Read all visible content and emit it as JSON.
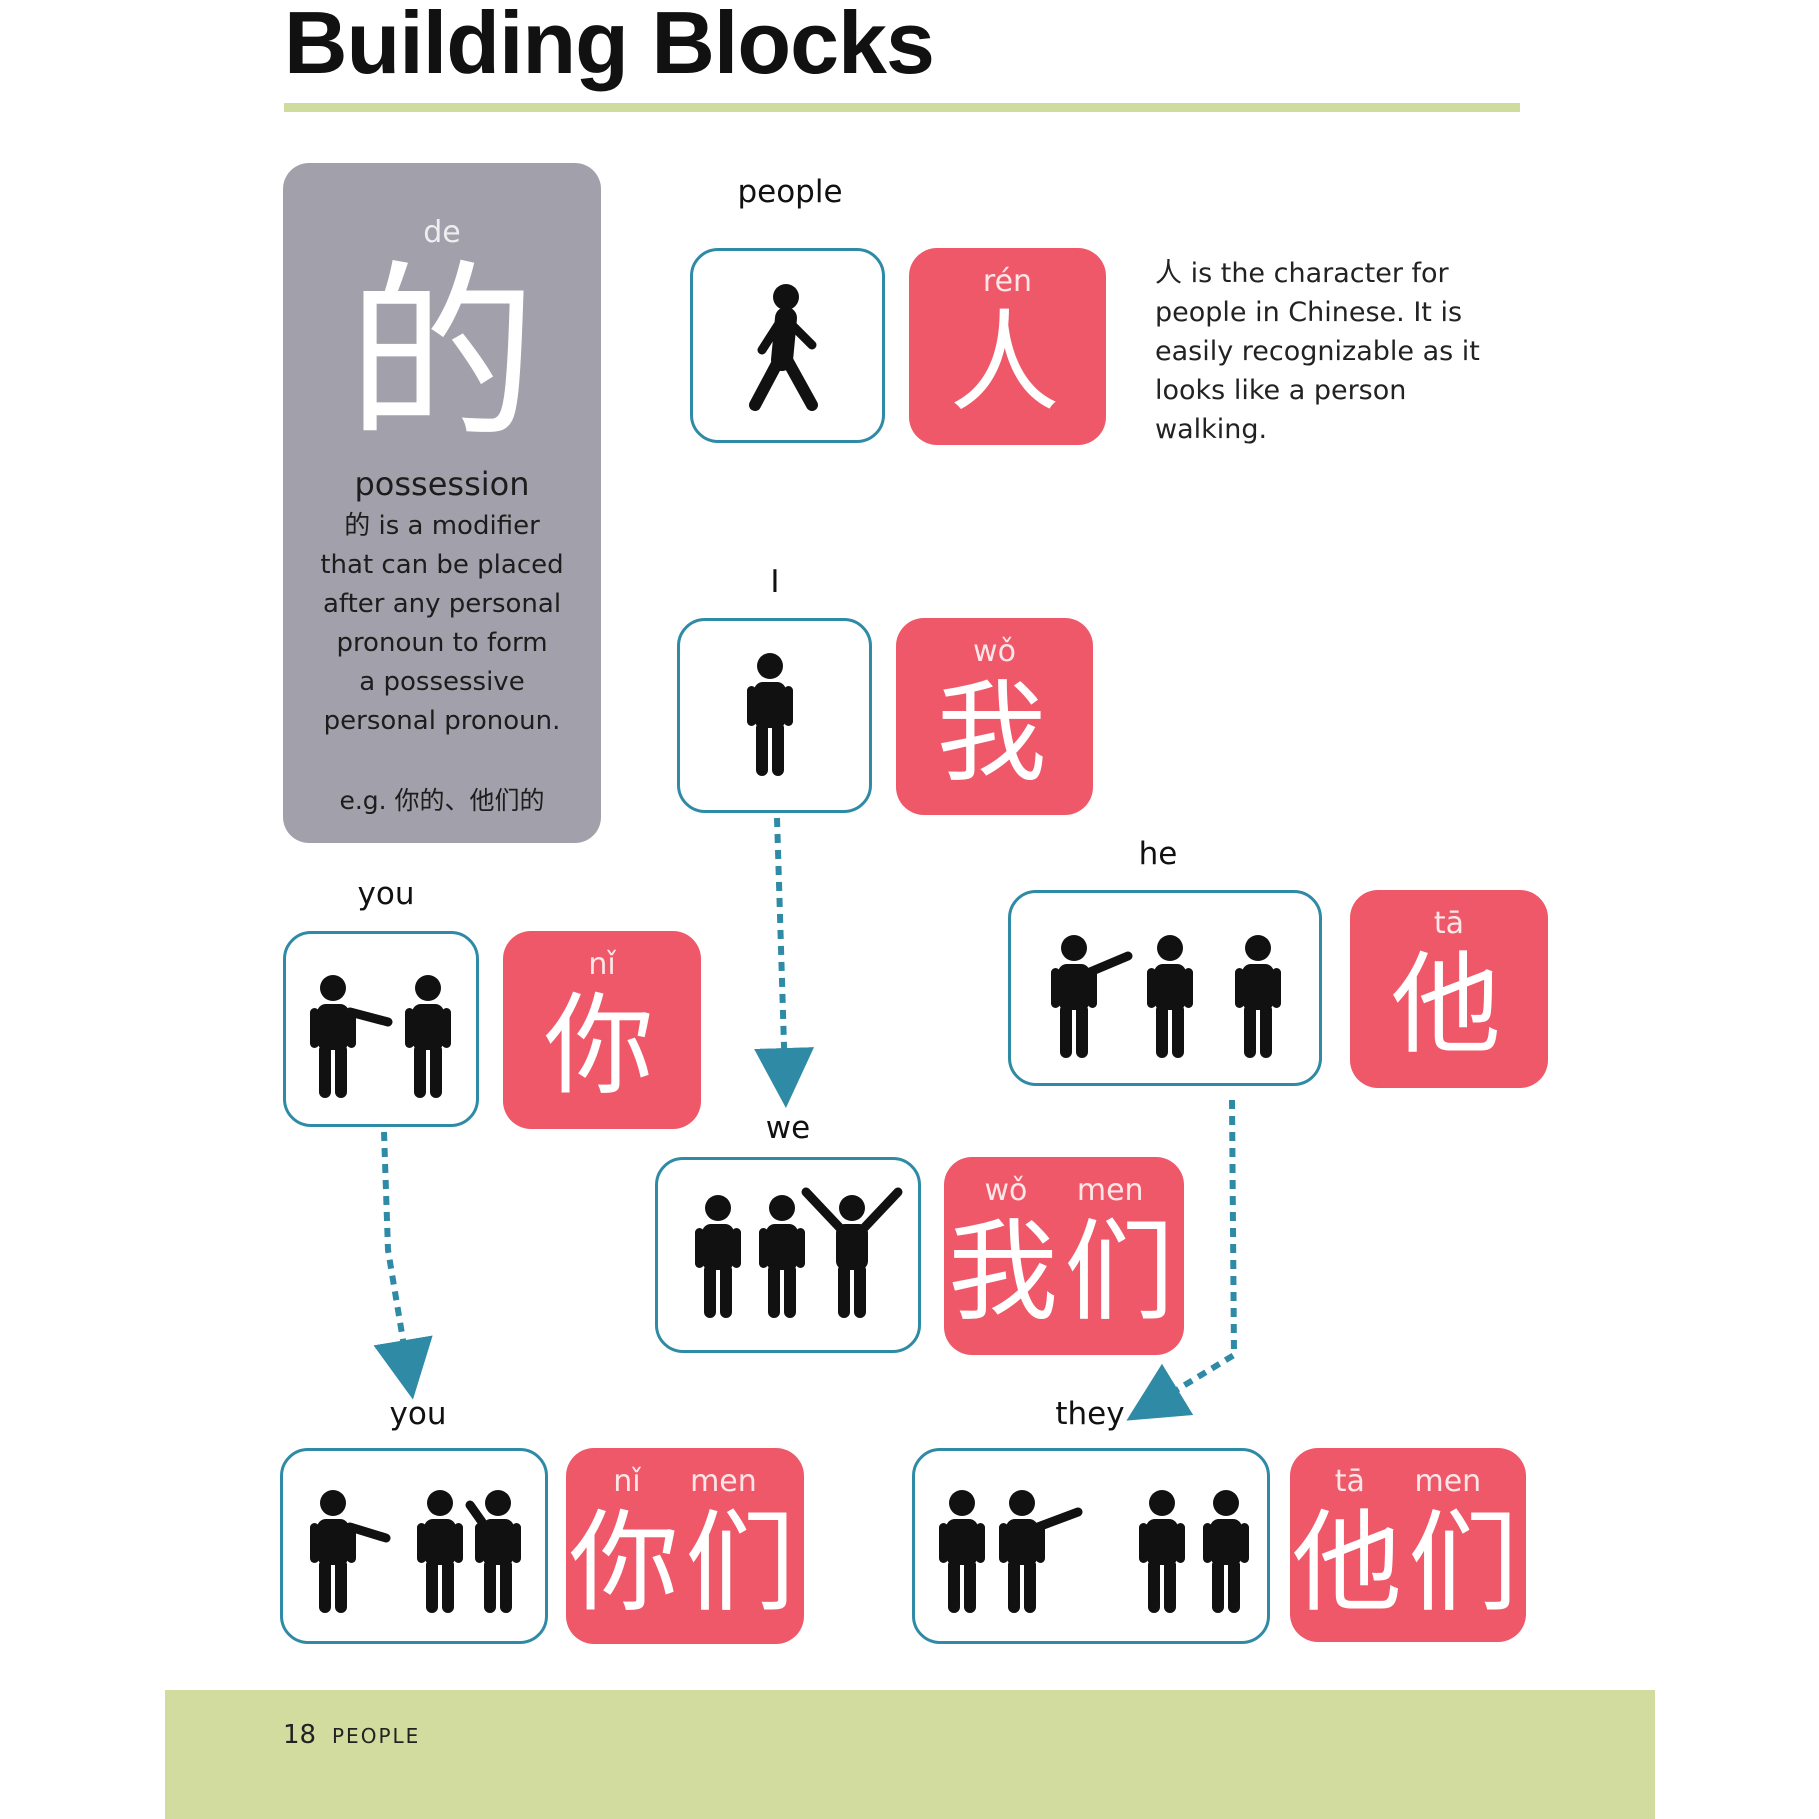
{
  "page": {
    "title": "Building Blocks",
    "page_number": "18",
    "section": "PEOPLE"
  },
  "de_card": {
    "pinyin": "de",
    "character": "的",
    "word": "possession",
    "desc_lines": [
      "的 is a modifier",
      "that can be placed",
      "after any personal",
      "pronoun to form",
      "a possessive",
      "personal pronoun."
    ],
    "example": "e.g. 你的、他们的"
  },
  "note_lines": [
    "人 is the character for",
    "people in Chinese. It is",
    "easily recognizable as it",
    "looks like a person walking."
  ],
  "entries": {
    "people": {
      "label": "people",
      "pinyin": "rén",
      "character": "人"
    },
    "i": {
      "label": "I",
      "pinyin": "wǒ",
      "character": "我"
    },
    "you": {
      "label": "you",
      "pinyin": "nǐ",
      "character": "你"
    },
    "he": {
      "label": "he",
      "pinyin": "tā",
      "character": "他"
    },
    "we": {
      "label": "we",
      "pinyin": "wǒ men",
      "character": "我们"
    },
    "you_plural": {
      "label": "you",
      "pinyin": "nǐ men",
      "character": "你们"
    },
    "they": {
      "label": "they",
      "pinyin": "tā men",
      "character": "他们"
    }
  },
  "colors": {
    "accent_red": "#ef5868",
    "card_gray": "#a2a1ab",
    "frame_blue": "#2f8aa6",
    "rule_green": "#cfdc9e",
    "footer_green": "#d3dc9f"
  },
  "icons": [
    "walking-person-icon",
    "standing-person-icon",
    "pointing-person-icon",
    "cheering-person-icon",
    "saluting-person-icon",
    "leaning-person-icon",
    "dotted-arrow-icon"
  ]
}
